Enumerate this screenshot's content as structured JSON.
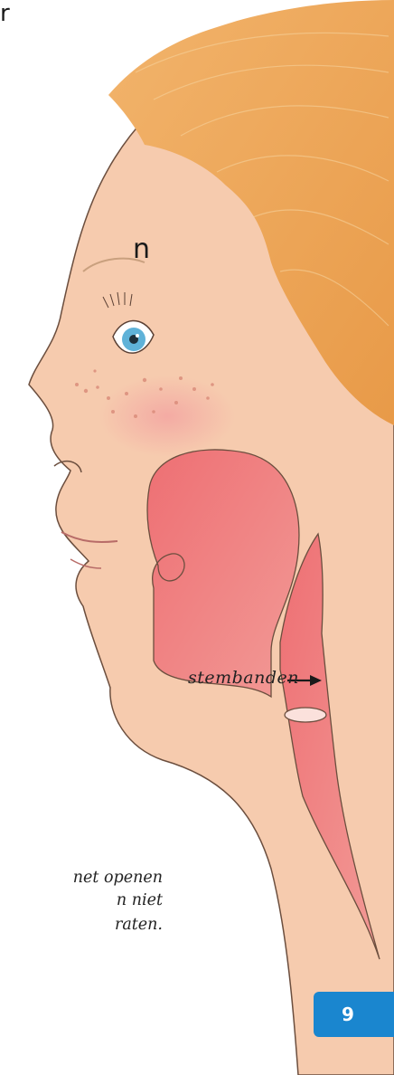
{
  "text_fragments": {
    "top_fragment": "r",
    "middle_fragment": "n"
  },
  "diagram": {
    "label": "stembanden"
  },
  "caption_lines": [
    "net openen",
    "n niet",
    "raten."
  ],
  "page": {
    "number": "9"
  },
  "colors": {
    "badge": "#1a86cf",
    "hair": "#efa85a",
    "skin": "#f6cbae",
    "vocal_tract": "#ec7f82"
  }
}
